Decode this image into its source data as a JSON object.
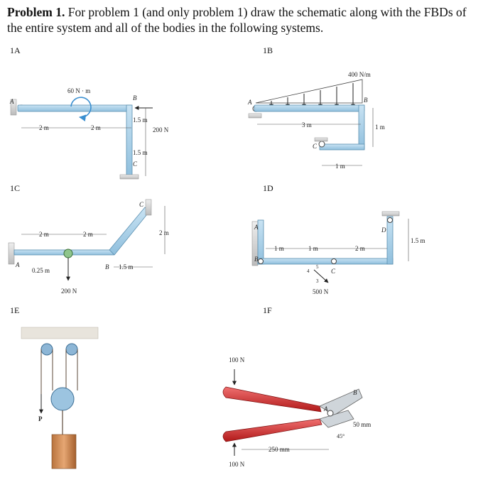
{
  "heading": {
    "bold": "Problem 1.",
    "text": " For problem 1 (and only problem 1) draw the schematic along with the FBDs of the entire system and all of the bodies in the following systems."
  },
  "labels": {
    "p1a": "1A",
    "p1b": "1B",
    "p1c": "1C",
    "p1d": "1D",
    "p1e": "1E",
    "p1f": "1F"
  },
  "p1a": {
    "moment": "60 N · m",
    "d1": "2 m",
    "d2": "2 m",
    "h1": "1.5 m",
    "h2": "1.5 m",
    "force": "200 N",
    "A": "A",
    "B": "B",
    "C": "C"
  },
  "p1b": {
    "load": "400 N/m",
    "span": "3 m",
    "h": "1 m",
    "off": "1 m",
    "A": "A",
    "B": "B",
    "C": "C"
  },
  "p1c": {
    "d1": "2 m",
    "d2": "2 m",
    "h": "2 m",
    "r": "0.25 m",
    "d3": "1.5 m",
    "force": "200 N",
    "A": "A",
    "B": "B",
    "C": "C"
  },
  "p1d": {
    "d1": "1 m",
    "d2": "1 m",
    "d3": "2 m",
    "h": "1.5 m",
    "force": "500 N",
    "s4": "4",
    "s5": "5",
    "s3": "3",
    "A": "A",
    "B": "B",
    "C": "C",
    "D": "D"
  },
  "p1e": {
    "P": "P"
  },
  "p1f": {
    "f1": "100 N",
    "f2": "100 N",
    "d1": "250 mm",
    "d2": "50 mm",
    "angle": "45°",
    "A": "A",
    "B": "B"
  }
}
